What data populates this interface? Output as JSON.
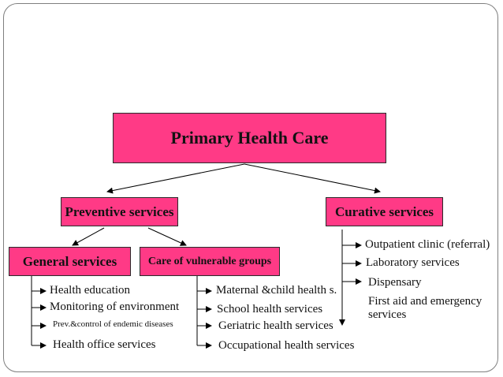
{
  "colors": {
    "box_fill": "#ff3a86",
    "line": "#000000",
    "frame": "#7f7f7f"
  },
  "root": {
    "label": "Primary Health Care"
  },
  "preventive": {
    "label": "Preventive services",
    "general": {
      "label": "General services",
      "items": [
        "Health education",
        "Monitoring of environment",
        "Prev.&control of endemic diseases",
        "Health office services"
      ]
    },
    "vulnerable": {
      "label": "Care of vulnerable groups",
      "items": [
        "Maternal &child health s.",
        "School health services",
        "Geriatric health services",
        "Occupational health services"
      ]
    }
  },
  "curative": {
    "label": "Curative services",
    "items": [
      "Outpatient clinic (referral)",
      "Laboratory services",
      "Dispensary",
      "First aid and emergency services"
    ]
  }
}
